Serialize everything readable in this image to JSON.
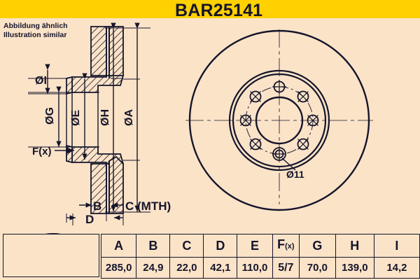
{
  "header": {
    "title": "BAR25141",
    "banner_color": "#ffd100",
    "title_color": "#15152b"
  },
  "page": {
    "background_color": "#fbe3c8",
    "line_color": "#15152b"
  },
  "note": {
    "line1": "Abbildung ähnlich",
    "line2": "Illustration similar"
  },
  "section_view": {
    "labels": {
      "dia_i": "ØI",
      "dia_g": "ØG",
      "dia_e": "ØE",
      "dia_h": "ØH",
      "dia_a": "ØA",
      "fx": "F(x)",
      "b": "B",
      "c": "C (MTH)",
      "d": "D"
    }
  },
  "face_view": {
    "callout": "Ø11",
    "bolt_holes": 8
  },
  "table": {
    "headers": [
      "A",
      "B",
      "C",
      "D",
      "E",
      "F(x)",
      "G",
      "H",
      "I"
    ],
    "fx_main": "F",
    "fx_sub": "(x)",
    "values": [
      "285,0",
      "24,9",
      "22,0",
      "42,1",
      "110,0",
      "5/7",
      "70,0",
      "139,0",
      "14,2"
    ]
  },
  "photo": {
    "alt": "brake-disc-photo"
  }
}
